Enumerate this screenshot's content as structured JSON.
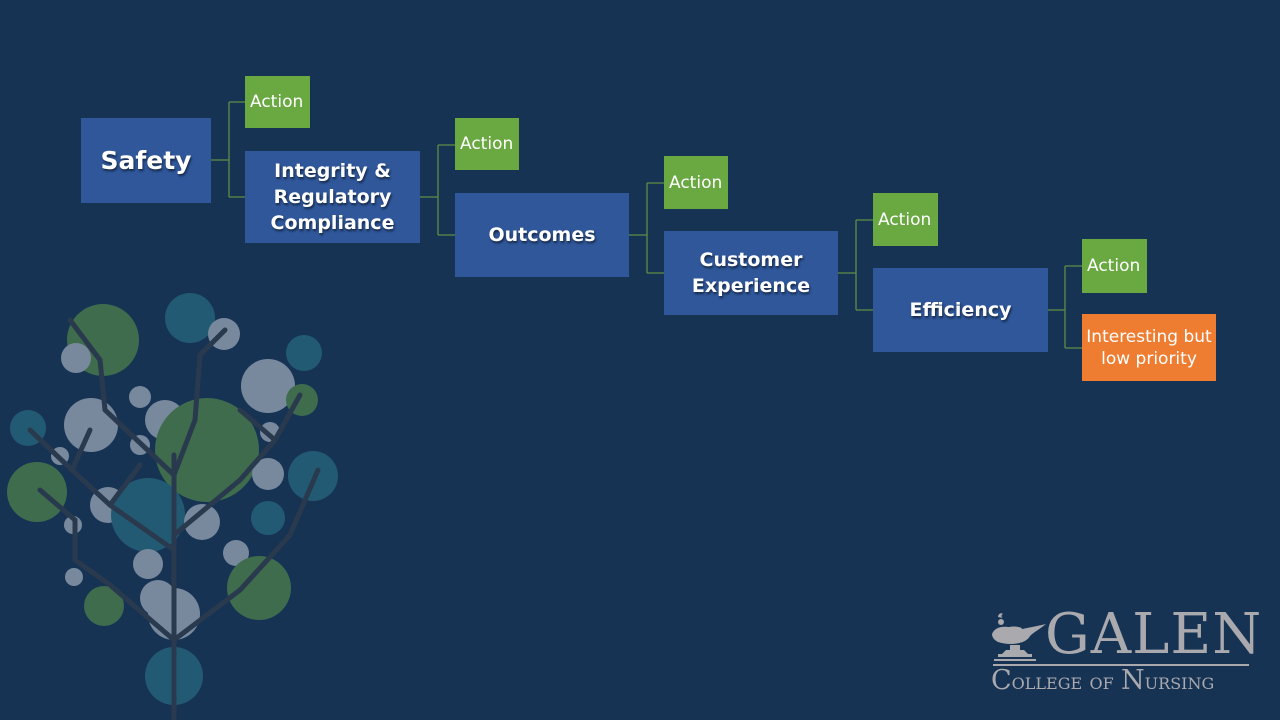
{
  "colors": {
    "background": "#163354",
    "node_primary": "#2f579a",
    "node_action": "#6aa842",
    "node_low_priority": "#ee7d31",
    "connector": "#5e8e44",
    "logo": "#a9a9ae"
  },
  "diagram": {
    "nodes": [
      {
        "id": "safety",
        "label": "Safety",
        "kind": "primary"
      },
      {
        "id": "safety_action",
        "label": "Action",
        "kind": "action"
      },
      {
        "id": "integrity",
        "label": "Integrity & Regulatory Compliance",
        "kind": "primary"
      },
      {
        "id": "integrity_action",
        "label": "Action",
        "kind": "action"
      },
      {
        "id": "outcomes",
        "label": "Outcomes",
        "kind": "primary"
      },
      {
        "id": "outcomes_action",
        "label": "Action",
        "kind": "action"
      },
      {
        "id": "customer",
        "label": "Customer Experience",
        "kind": "primary"
      },
      {
        "id": "customer_action",
        "label": "Action",
        "kind": "action"
      },
      {
        "id": "efficiency",
        "label": "Efficiency",
        "kind": "primary"
      },
      {
        "id": "efficiency_action",
        "label": "Action",
        "kind": "action"
      },
      {
        "id": "low_priority",
        "label": "Interesting but low priority",
        "kind": "low_priority"
      }
    ],
    "edges": [
      [
        "safety",
        "safety_action"
      ],
      [
        "safety",
        "integrity"
      ],
      [
        "integrity",
        "integrity_action"
      ],
      [
        "integrity",
        "outcomes"
      ],
      [
        "outcomes",
        "outcomes_action"
      ],
      [
        "outcomes",
        "customer"
      ],
      [
        "customer",
        "customer_action"
      ],
      [
        "customer",
        "efficiency"
      ],
      [
        "efficiency",
        "efficiency_action"
      ],
      [
        "efficiency",
        "low_priority"
      ]
    ]
  },
  "logo": {
    "name": "GALEN",
    "subtitle": "College of Nursing",
    "icon": "oil-lamp-icon"
  },
  "decoration": {
    "icon": "circle-tree-illustration"
  }
}
